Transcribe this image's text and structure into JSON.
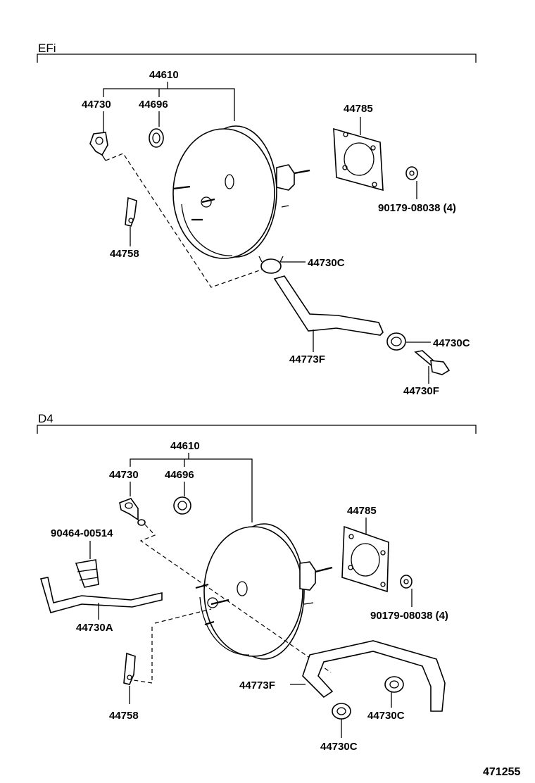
{
  "sections": [
    {
      "title": "EFi",
      "labels": {
        "booster": "44610",
        "check_valve": "44730",
        "grommet": "44696",
        "gasket": "44785",
        "nut": "90179-08038 (4)",
        "bracket": "44758",
        "clamp_upper": "44730C",
        "hose": "44773F",
        "clamp_lower": "44730C",
        "union": "44730F"
      }
    },
    {
      "title": "D4",
      "labels": {
        "booster": "44610",
        "check_valve": "44730",
        "grommet": "44696",
        "gasket": "44785",
        "clip": "90464-00514",
        "nut": "90179-08038 (4)",
        "hose_a": "44730A",
        "hose_f": "44773F",
        "bracket": "44758",
        "clamp_right": "44730C",
        "clamp_bottom": "44730C"
      }
    }
  ],
  "figure_number": "471255"
}
